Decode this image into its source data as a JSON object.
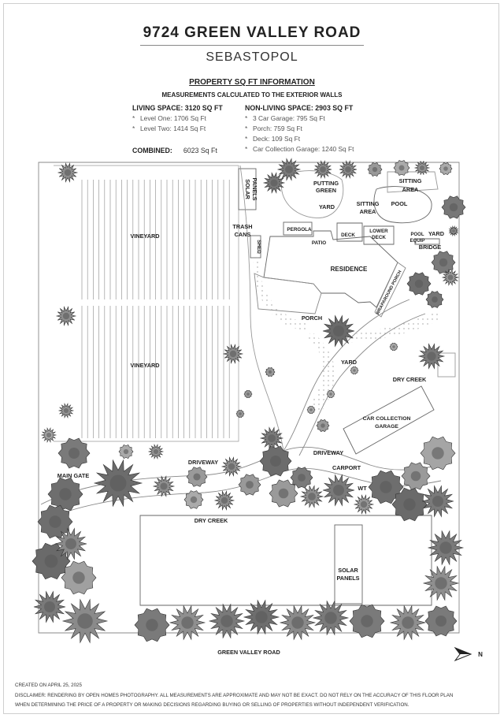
{
  "header": {
    "address": "9724 GREEN VALLEY ROAD",
    "city": "SEBASTOPOL"
  },
  "info": {
    "title": "PROPERTY SQ FT INFORMATION",
    "subtitle": "MEASUREMENTS CALCULATED TO THE EXTERIOR WALLS",
    "living_heading": "LIVING SPACE: 3120 SQ FT",
    "living_items": [
      "Level One:  1706 Sq Ft",
      "Level Two:  1414 Sq Ft"
    ],
    "nonliving_heading": "NON-LIVING SPACE: 2903 SQ FT",
    "nonliving_items": [
      "3 Car Garage:  795 Sq Ft",
      "Porch:  759 Sq Ft",
      "Deck:  109 Sq Ft",
      "Car Collection Garage:  1240 Sq Ft"
    ],
    "combined_label": "COMBINED:",
    "combined_value": "6023  Sq Ft",
    "bullet": "*"
  },
  "labels": {
    "putting_green": [
      "PUTTING",
      "GREEN"
    ],
    "sitting_area_top": [
      "SITTING",
      "AREA"
    ],
    "sitting_area_pool": [
      "SITTING",
      "AREA"
    ],
    "pool": "POOL",
    "yard_top": "YARD",
    "yard_right": "YARD",
    "yard_mid": "YARD",
    "solar_panels_top": [
      "SOLAR",
      "PANELS"
    ],
    "trash_cans": [
      "TRASH",
      "CANS"
    ],
    "shed": "SHED",
    "pergola": "PERGOLA",
    "patio": "PATIO",
    "deck": "DECK",
    "lower_deck": [
      "LOWER",
      "DECK"
    ],
    "pool_equip": [
      "POOL",
      "EQUIP"
    ],
    "bridge": "BRIDGE",
    "residence": "RESIDENCE",
    "wraparound_porch": "WRAPAROUND PORCH",
    "porch": "PORCH",
    "vineyard_top": "VINEYARD",
    "vineyard_bottom": "VINEYARD",
    "dry_creek_right": "DRY CREEK",
    "car_collection_garage": [
      "CAR COLLECTION",
      "GARAGE"
    ],
    "driveway_left": "DRIVEWAY",
    "driveway_right": "DRIVEWAY",
    "carport": "CARPORT",
    "wt": "WT",
    "main_gate": "MAIN GATE",
    "dry_creek_bottom": "DRY CREEK",
    "solar_panels_bottom": [
      "SOLAR",
      "PANELS"
    ],
    "green_valley_road": "GREEN VALLEY ROAD",
    "north": "N"
  },
  "footer": {
    "created": "CREATED ON APRIL 25, 2025",
    "disclaimer_1": "DISCLAIMER: RENDERING BY OPEN HOMES PHOTOGRAPHY. ALL MEASUREMENTS ARE APPROXIMATE AND MAY NOT BE EXACT. DO NOT RELY ON THE ACCURACY OF THIS FLOOR PLAN",
    "disclaimer_2": "WHEN DETERMINING THE PRICE OF A PROPERTY OR MAKING DECISIONS REGARDING BUYING OR SELLING OF PROPERTIES WITHOUT INDEPENDENT VERIFICATION."
  },
  "colors": {
    "line": "#666666",
    "tree": "#8a8a8a",
    "tree_dark": "#4a4a4a",
    "text": "#222222"
  },
  "icons": {
    "north": "north-arrow-icon",
    "tree": "tree-icon"
  }
}
